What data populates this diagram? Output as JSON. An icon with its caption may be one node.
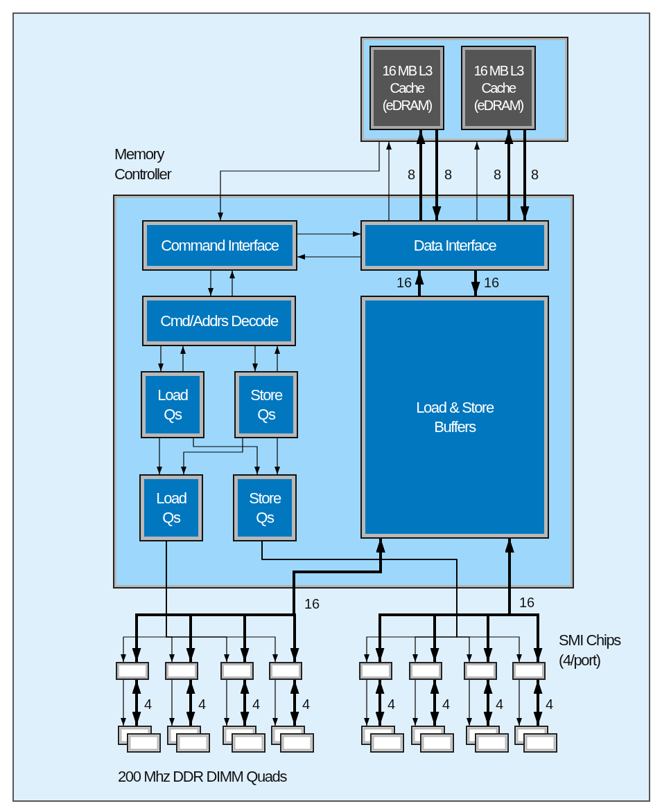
{
  "diagram": {
    "nodes": [
      {
        "text": [],
        "shape": "box"
      },
      {
        "text": [
          "16 MB L3 Cache (eDRAM)"
        ],
        "in": 0
      },
      {
        "text": [
          "16 MB L3 Cache (eDRAM)"
        ],
        "in": 0
      },
      {
        "text": [
          "Memory Controller"
        ]
      },
      {
        "text": [
          "Command Interface"
        ],
        "in": 3
      },
      {
        "text": [
          "Data Interface"
        ],
        "in": 3
      },
      {
        "text": [
          "Cmd/Addrs Decode"
        ],
        "in": 3
      },
      {
        "text": [
          "Load Qs"
        ],
        "in": 3
      },
      {
        "text": [
          "Store Qs"
        ],
        "in": 3
      },
      {
        "text": [
          "Load Qs"
        ],
        "in": 3
      },
      {
        "text": [
          "Store Qs"
        ],
        "in": 3
      },
      {
        "text": [
          "Load & Store Buffers"
        ],
        "in": 3
      },
      {
        "text": [],
        "shape": "box"
      },
      {
        "text": [],
        "shape": "box"
      },
      {
        "text": [],
        "shape": "box"
      },
      {
        "text": [],
        "shape": "box"
      },
      {
        "text": [],
        "shape": "box"
      },
      {
        "text": [],
        "shape": "box"
      },
      {
        "text": [],
        "shape": "box"
      },
      {
        "text": [],
        "shape": "box"
      },
      {
        "text": [],
        "shape": "box"
      },
      {
        "text": [],
        "shape": "box"
      },
      {
        "text": [],
        "shape": "box"
      },
      {
        "text": [],
        "shape": "box"
      },
      {
        "text": [],
        "shape": "box"
      },
      {
        "text": [],
        "shape": "box"
      },
      {
        "text": [],
        "shape": "box"
      },
      {
        "text": [],
        "shape": "box"
      }
    ],
    "edges": [
      {
        "from": 0,
        "to": 4,
        "arrow": "to"
      },
      {
        "from": 5,
        "to": 0,
        "arrow": "to"
      },
      {
        "from": 5,
        "to": 1,
        "arrow": "to",
        "style": "thick",
        "label": "8"
      },
      {
        "from": 1,
        "to": 5,
        "arrow": "to",
        "style": "thick",
        "label": "8"
      },
      {
        "from": 5,
        "to": 0,
        "arrow": "to"
      },
      {
        "from": 5,
        "to": 2,
        "arrow": "to",
        "style": "thick",
        "label": "8"
      },
      {
        "from": 2,
        "to": 5,
        "arrow": "to",
        "style": "thick",
        "label": "8"
      },
      {
        "from": 4,
        "to": 5,
        "arrow": "to"
      },
      {
        "from": 5,
        "to": 4,
        "arrow": "to"
      },
      {
        "from": 4,
        "to": 6,
        "arrow": "to"
      },
      {
        "from": 6,
        "to": 4,
        "arrow": "to"
      },
      {
        "from": 6,
        "to": 7,
        "arrow": "to"
      },
      {
        "from": 7,
        "to": 6,
        "arrow": "to"
      },
      {
        "from": 6,
        "to": 8,
        "arrow": "to"
      },
      {
        "from": 8,
        "to": 6,
        "arrow": "to"
      },
      {
        "from": 7,
        "to": 9,
        "arrow": "to"
      },
      {
        "from": 7,
        "to": 10,
        "arrow": "to"
      },
      {
        "from": 8,
        "to": 9,
        "arrow": "to"
      },
      {
        "from": 8,
        "to": 10,
        "arrow": "to"
      },
      {
        "from": 5,
        "to": 11,
        "arrow": "to",
        "style": "thick",
        "label": "16"
      },
      {
        "from": 11,
        "to": 5,
        "arrow": "to",
        "style": "thick",
        "label": "16"
      },
      {
        "from": 9,
        "to": 12,
        "arrow": "to"
      },
      {
        "from": 9,
        "to": 13,
        "arrow": "to"
      },
      {
        "from": 9,
        "to": 14,
        "arrow": "to"
      },
      {
        "from": 9,
        "to": 15,
        "arrow": "to"
      },
      {
        "from": 10,
        "to": 16,
        "arrow": "to"
      },
      {
        "from": 10,
        "to": 17,
        "arrow": "to"
      },
      {
        "from": 10,
        "to": 18,
        "arrow": "to"
      },
      {
        "from": 10,
        "to": 19,
        "arrow": "to"
      },
      {
        "from": 11,
        "to": 12,
        "arrow": "both",
        "style": "thick",
        "label": "16"
      },
      {
        "from": 11,
        "to": 13,
        "arrow": "both",
        "style": "thick"
      },
      {
        "from": 11,
        "to": 14,
        "arrow": "both",
        "style": "thick"
      },
      {
        "from": 11,
        "to": 15,
        "arrow": "both",
        "style": "thick"
      },
      {
        "from": 11,
        "to": 16,
        "arrow": "both",
        "style": "thick",
        "label": "16"
      },
      {
        "from": 11,
        "to": 17,
        "arrow": "both",
        "style": "thick"
      },
      {
        "from": 11,
        "to": 18,
        "arrow": "both",
        "style": "thick"
      },
      {
        "from": 11,
        "to": 19,
        "arrow": "both",
        "style": "thick"
      },
      {
        "from": 12,
        "to": 20,
        "arrow": "to"
      },
      {
        "from": 13,
        "to": 21,
        "arrow": "to"
      },
      {
        "from": 14,
        "to": 22,
        "arrow": "to"
      },
      {
        "from": 15,
        "to": 23,
        "arrow": "to"
      },
      {
        "from": 16,
        "to": 24,
        "arrow": "to"
      },
      {
        "from": 17,
        "to": 25,
        "arrow": "to"
      },
      {
        "from": 18,
        "to": 26,
        "arrow": "to"
      },
      {
        "from": 19,
        "to": 27,
        "arrow": "to"
      },
      {
        "from": 12,
        "to": 20,
        "arrow": "both",
        "style": "thick",
        "label": "4"
      },
      {
        "from": 13,
        "to": 21,
        "arrow": "both",
        "style": "thick",
        "label": "4"
      },
      {
        "from": 14,
        "to": 22,
        "arrow": "both",
        "style": "thick",
        "label": "4"
      },
      {
        "from": 15,
        "to": 23,
        "arrow": "both",
        "style": "thick",
        "label": "4"
      },
      {
        "from": 16,
        "to": 24,
        "arrow": "both",
        "style": "thick",
        "label": "4"
      },
      {
        "from": 17,
        "to": 25,
        "arrow": "both",
        "style": "thick",
        "label": "4"
      },
      {
        "from": 18,
        "to": 26,
        "arrow": "both",
        "style": "thick",
        "label": "4"
      },
      {
        "from": 19,
        "to": 27,
        "arrow": "both",
        "style": "thick",
        "label": "4"
      }
    ],
    "labels": [
      "SMI Chips (4/port)",
      "200 Mhz DDR DIMM Quads"
    ]
  }
}
